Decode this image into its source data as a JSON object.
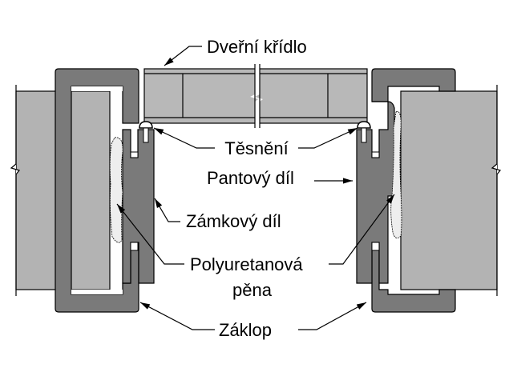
{
  "labels": {
    "door_leaf": "Dveřní křídlo",
    "seal": "Těsnění",
    "hinge_part": "Pantový díl",
    "lock_part": "Zámkový díl",
    "foam_line1": "Polyuretanová",
    "foam_line2": "pěna",
    "cover": "Záklop"
  },
  "colors": {
    "wall": "#b3b3b3",
    "frame": "#7a7a7a",
    "door": "#b8b8b8",
    "outline": "#000000"
  }
}
